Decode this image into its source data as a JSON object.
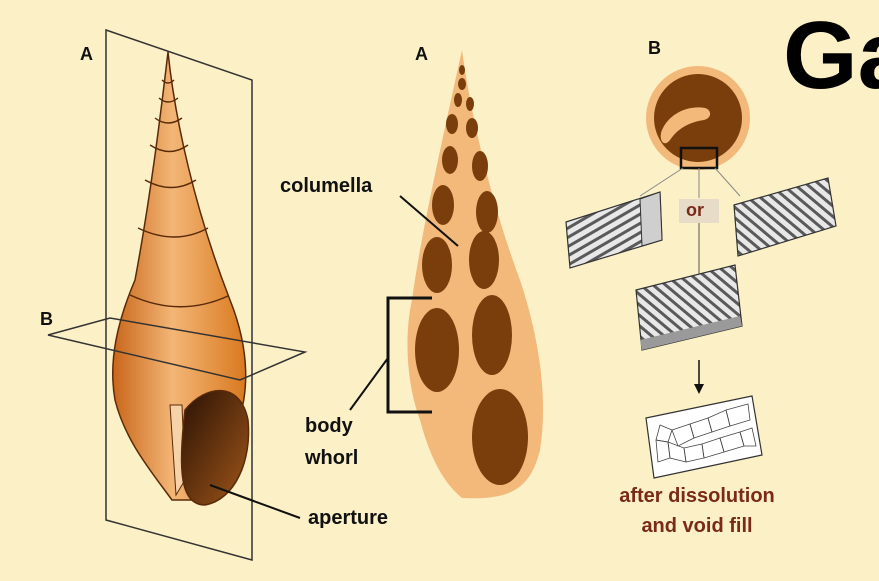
{
  "title": "Ga",
  "labels": {
    "panel_a_left": "A",
    "panel_b_left": "B",
    "panel_a_mid": "A",
    "panel_b_right": "B",
    "columella": "columella",
    "body": "body",
    "whorl": "whorl",
    "aperture": "aperture",
    "or": "or",
    "after_dissolution": "after dissolution",
    "and_void_fill": "and void fill"
  },
  "colors": {
    "background": "#fbf0c6",
    "shell_orange": "#e08a2a",
    "shell_light": "#f2b97a",
    "cavity_brown": "#7a3e0c",
    "caption_red": "#7a2a1a"
  }
}
